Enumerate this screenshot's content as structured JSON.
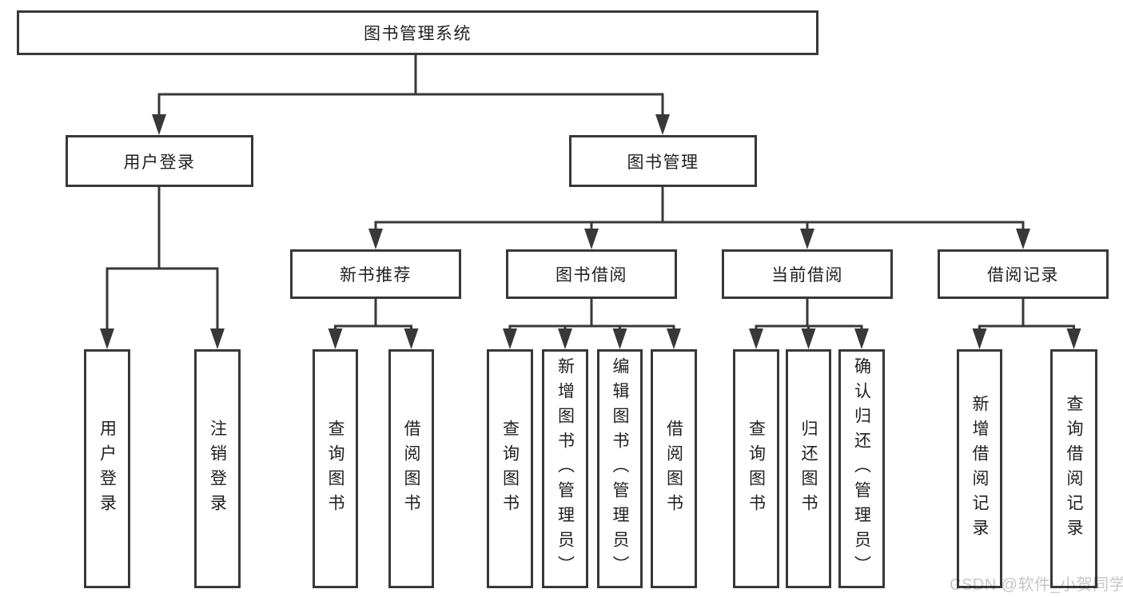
{
  "diagram": {
    "type": "hierarchy-tree",
    "title": "图书管理系统",
    "colors": {
      "background": "#ffffff",
      "line": "#383838",
      "box_border": "#383838",
      "text": "#1f1f1f",
      "watermark": "#c6c6c6"
    },
    "root": {
      "label": "图书管理系统",
      "children": [
        {
          "label": "用户登录",
          "children": [
            {
              "label": "用户登录"
            },
            {
              "label": "注销登录"
            }
          ]
        },
        {
          "label": "图书管理",
          "children": [
            {
              "label": "新书推荐",
              "children": [
                {
                  "label": "查询图书"
                },
                {
                  "label": "借阅图书"
                }
              ]
            },
            {
              "label": "图书借阅",
              "children": [
                {
                  "label": "查询图书"
                },
                {
                  "label": "新增图书（管理员）"
                },
                {
                  "label": "编辑图书（管理员）"
                },
                {
                  "label": "借阅图书"
                }
              ]
            },
            {
              "label": "当前借阅",
              "children": [
                {
                  "label": "查询图书"
                },
                {
                  "label": "归还图书"
                },
                {
                  "label": "确认归还（管理员）"
                }
              ]
            },
            {
              "label": "借阅记录",
              "children": [
                {
                  "label": "新增借阅记录"
                },
                {
                  "label": "查询借阅记录"
                }
              ]
            }
          ]
        }
      ]
    }
  },
  "watermark": {
    "text": "CSDN @软件_小贺同学"
  }
}
